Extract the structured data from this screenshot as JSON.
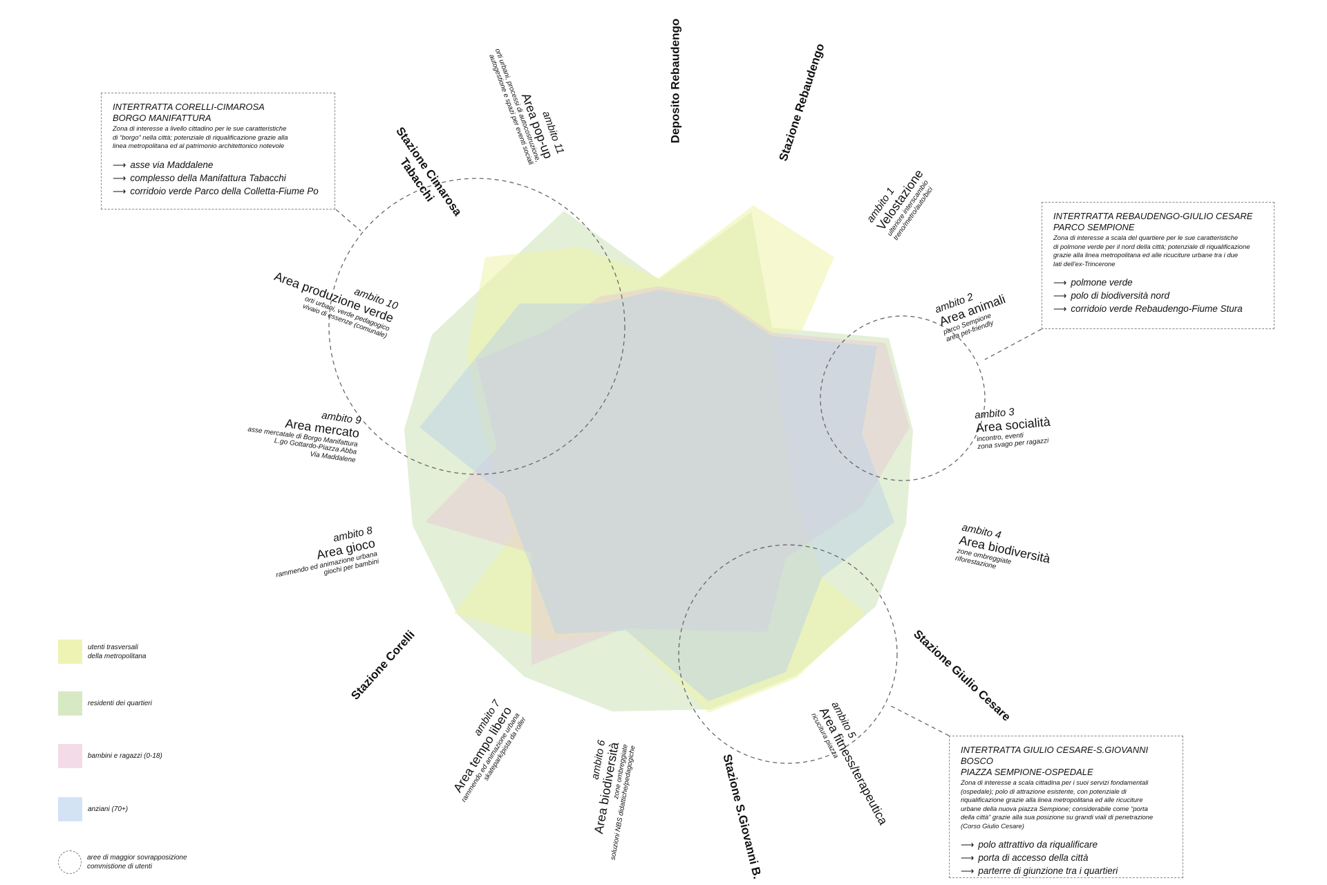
{
  "stations": [
    {
      "id": "deposito-rebaudengo",
      "label": "Deposito Rebaudengo"
    },
    {
      "id": "stazione-rebaudengo",
      "label": "Stazione Rebaudengo"
    },
    {
      "id": "stazione-cimarosa",
      "label": "Stazione Cimarosa\nTabacchi"
    },
    {
      "id": "stazione-corelli",
      "label": "Stazione Corelli"
    },
    {
      "id": "stazione-sgiovanni",
      "label": "Stazione S.Giovanni B."
    },
    {
      "id": "stazione-giulio-cesare",
      "label": "Stazione Giulio Cesare"
    }
  ],
  "ambiti": [
    {
      "number": "ambito 1",
      "title": "Velostazione",
      "desc": [
        "ulteriore interscambio",
        "treno/metro/auto/bici"
      ]
    },
    {
      "number": "ambito 2",
      "title": "Area animali",
      "desc": [
        "parco Sempione",
        "area pet-friendly"
      ]
    },
    {
      "number": "ambito 3",
      "title": "Area socialità",
      "desc": [
        "incontro, eventi",
        "zona svago per ragazzi"
      ]
    },
    {
      "number": "ambito 4",
      "title": "Area biodiversità",
      "desc": [
        "zone ombreggiate",
        "riforestazione"
      ]
    },
    {
      "number": "ambito 5",
      "title": "Area fitness/terapeutica",
      "desc": [
        "ricucitura piazza"
      ]
    },
    {
      "number": "ambito 6",
      "title": "Area biodiversità",
      "desc": [
        "zone ombreggiate",
        "soluzioni NBS didattiche/pedagogiche"
      ]
    },
    {
      "number": "ambito 7",
      "title": "Area tempo libero",
      "desc": [
        "rammendo ed animazione urbana",
        "skatepark/pista da roller"
      ]
    },
    {
      "number": "ambito 8",
      "title": "Area gioco",
      "desc": [
        "rammendo ed animazione urbana",
        "giochi per bambini"
      ]
    },
    {
      "number": "ambito 9",
      "title": "Area mercato",
      "desc": [
        "asse mercatale di Borgo Manifattura",
        "L.go Gottardo-Piazza Abba",
        "Via Maddalene"
      ]
    },
    {
      "number": "ambito 10",
      "title": "Area produzione verde",
      "desc": [
        "orti urbani, verde pedagogico",
        "vivaio di essenze (comunale)"
      ]
    },
    {
      "number": "ambito 11",
      "title": "Area pop-up",
      "desc": [
        "orti urbani, processi di autocostruzione,",
        "autogestione e spazi per eventi sociali"
      ]
    }
  ],
  "boxes": [
    {
      "title": [
        "INTERTRATTA CORELLI-CIMAROSA",
        "BORGO MANIFATTURA"
      ],
      "text": [
        "Zona di interesse a livello cittadino per le sue caratteristiche",
        "di “borgo” nella città; potenziale di riqualificazione grazie alla",
        "linea metropolitana ed al patrimonio architettonico notevole"
      ],
      "points": [
        "asse via Maddalene",
        "complesso della Manifattura Tabacchi",
        "corridoio verde Parco della Colletta-Fiume Po"
      ]
    },
    {
      "title": [
        "INTERTRATTA REBAUDENGO-GIULIO CESARE",
        "PARCO SEMPIONE"
      ],
      "text": [
        "Zona di interesse a scala del quartiere per le sue caratteristiche",
        "di polmone verde per il nord della città; potenziale di riqualificazione",
        "grazie alla linea metropolitana ed alle ricuciture urbane tra i due",
        "lati dell’ex-Trincerone"
      ],
      "points": [
        "polmone verde",
        "polo di biodiversità nord",
        "corridoio verde Rebaudengo-Fiume Stura"
      ]
    },
    {
      "title": [
        "INTERTRATTA GIULIO CESARE-S.GIOVANNI BOSCO",
        "PIAZZA SEMPIONE-OSPEDALE"
      ],
      "text": [
        "Zona di interesse a scala cittadina per i suoi servizi fondamentali",
        "(ospedale); polo di attrazione esistente, con potenziale di",
        "riqualificazione grazie alla linea metropolitana ed alle ricuciture",
        "urbane della nuova piazza Sempione; considerabile come “porta",
        "della città” grazie alla sua posizione su grandi viali di penetrazione",
        "(Corso Giulio Cesare)"
      ],
      "points": [
        "polo attrattivo da riqualificare",
        "porta di accesso della città",
        "parterre di giunzione tra i quartieri"
      ]
    }
  ],
  "legend": [
    {
      "label": "utenti trasversali\ndella metropolitana",
      "color": "#eef3b4"
    },
    {
      "label": "residenti dei quartieri",
      "color": "#d6e9c4"
    },
    {
      "label": "bambini e ragazzi (0-18)",
      "color": "#f3dbe8"
    },
    {
      "label": "anziani (70+)",
      "color": "#d3e3f4"
    },
    {
      "label": "aree di maggior sovrapposizione\ncommistione di utenti",
      "icon": "dashed-circle"
    }
  ],
  "arrow_glyph": "⟶"
}
